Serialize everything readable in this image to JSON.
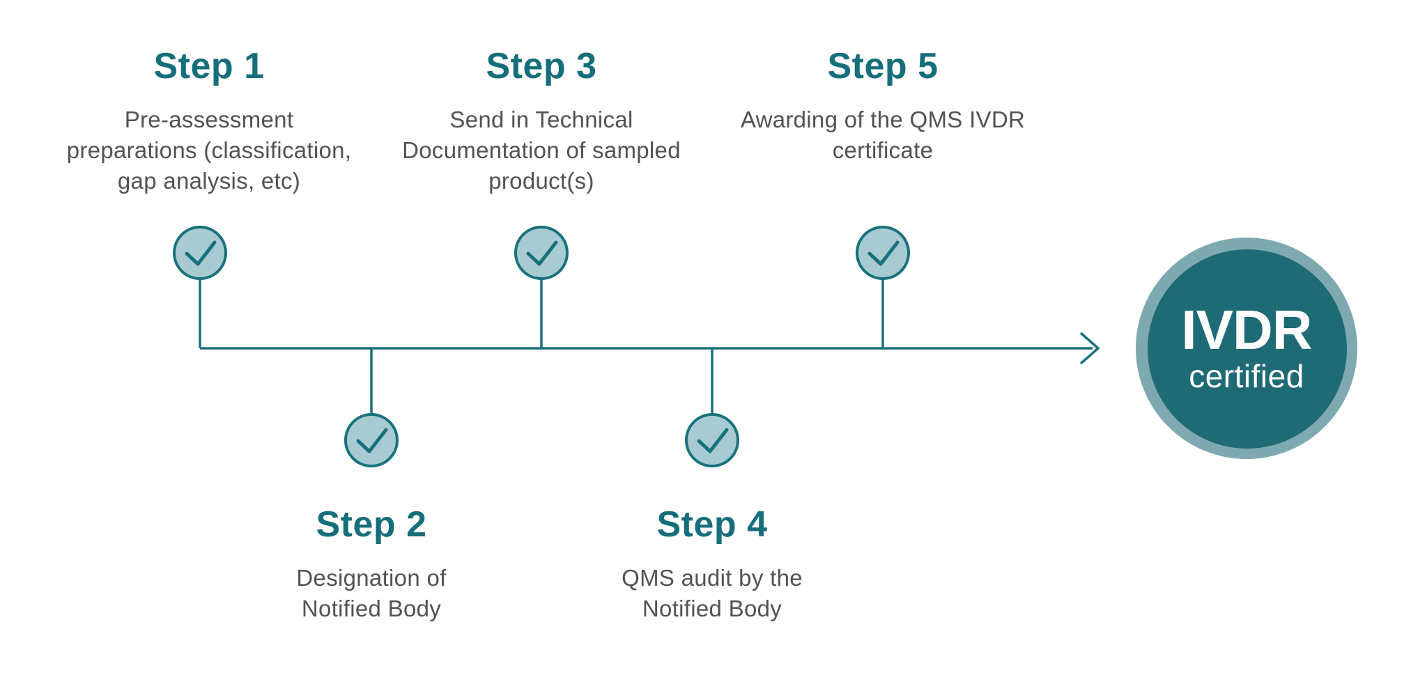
{
  "steps": [
    {
      "label": "Step 1",
      "description": "Pre-assessment\npreparations (classification,\ngap analysis, etc)",
      "side": "top"
    },
    {
      "label": "Step 2",
      "description": "Designation of\nNotified Body",
      "side": "bottom"
    },
    {
      "label": "Step 3",
      "description": "Send in Technical\nDocumentation of sampled\nproduct(s)",
      "side": "top"
    },
    {
      "label": "Step 4",
      "description": "QMS audit by the\nNotified Body",
      "side": "bottom"
    },
    {
      "label": "Step 5",
      "description": "Awarding of the QMS IVDR\ncertificate",
      "side": "top"
    }
  ],
  "badge": {
    "title": "IVDR",
    "subtitle": "certified"
  },
  "icons": {
    "node": "check-icon",
    "end": "arrow-right-icon"
  },
  "colors": {
    "teal_dark": "#18717C",
    "teal_heading": "#156E7A",
    "node_fill": "#A8CBD1",
    "badge_ring": "#7FA9B0",
    "badge_inner": "#1E6B76",
    "text_gray": "#515256",
    "bg": "#FFFFFF"
  }
}
